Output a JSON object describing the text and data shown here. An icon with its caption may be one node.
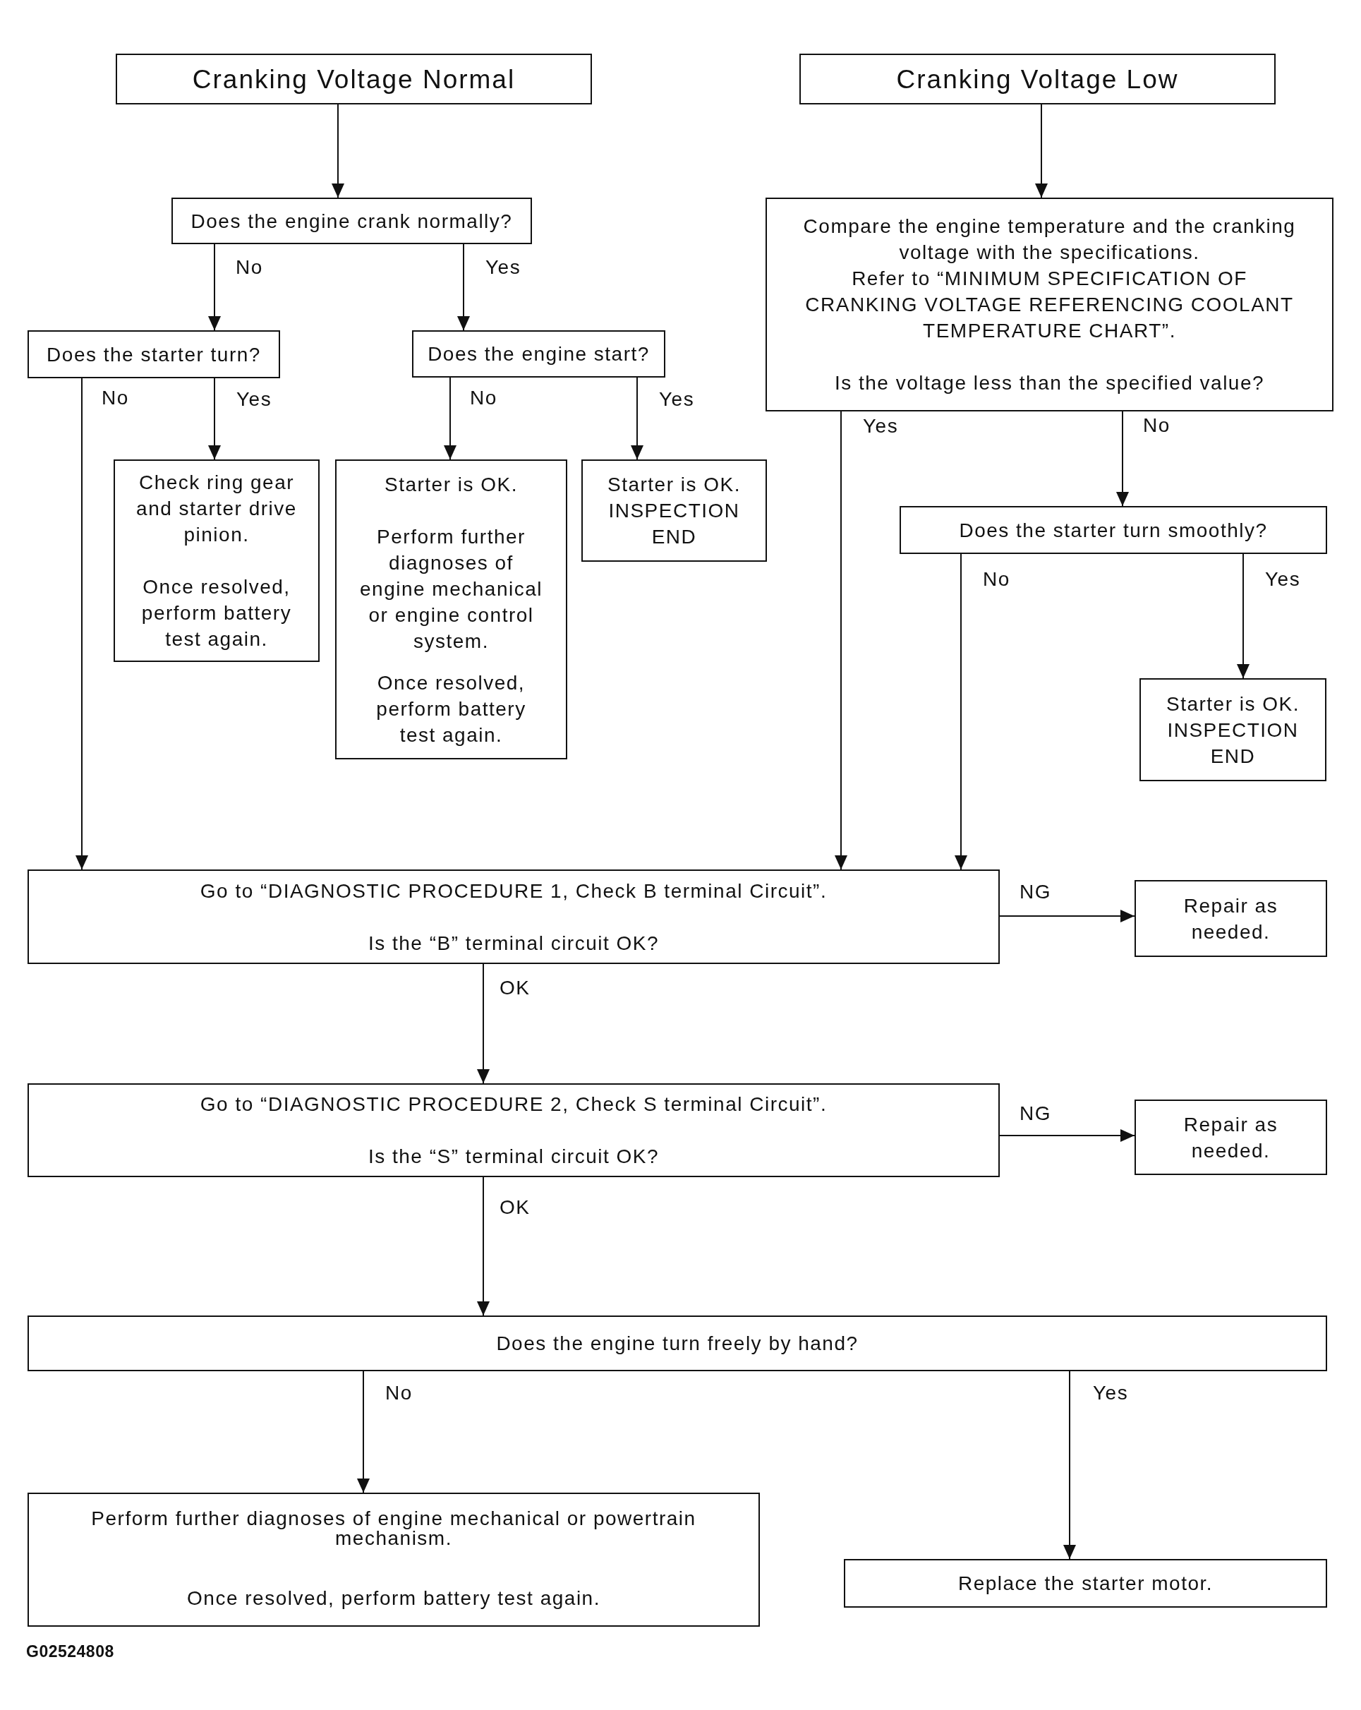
{
  "diagram": {
    "nodes": [
      {
        "text": [
          "Cranking Voltage Normal"
        ]
      },
      {
        "text": [
          "Cranking Voltage Low"
        ]
      },
      {
        "text": [
          "Does the engine crank normally?"
        ]
      },
      {
        "text": [
          "Does the starter turn?"
        ]
      },
      {
        "text": [
          "Does the engine start?"
        ]
      },
      {
        "text": [
          "Check ring gear and starter drive pinion.",
          "Once resolved, perform battery test again."
        ]
      },
      {
        "text": [
          "Starter is OK.",
          "Perform further diagnoses of engine mechanical or engine control system.",
          "Once resolved, perform battery test again."
        ]
      },
      {
        "text": [
          "Starter is OK.",
          "INSPECTION END"
        ]
      },
      {
        "text": [
          "Compare the engine temperature and the cranking voltage with the specifications.",
          "Refer to “MINIMUM SPECIFICATION OF CRANKING VOLTAGE REFERENCING COOLANT TEMPERATURE CHART”.",
          "Is the voltage less than the specified value?"
        ]
      },
      {
        "text": [
          "Does the starter turn smoothly?"
        ]
      },
      {
        "text": [
          "Starter is OK.",
          "INSPECTION END"
        ]
      },
      {
        "text": [
          "Go to “DIAGNOSTIC PROCEDURE 1, Check B terminal Circuit”.",
          "Is the “B” terminal circuit OK?"
        ]
      },
      {
        "text": [
          "Repair as needed."
        ]
      },
      {
        "text": [
          "Go to “DIAGNOSTIC PROCEDURE 2, Check S terminal Circuit”.",
          "Is the “S” terminal circuit OK?"
        ]
      },
      {
        "text": [
          "Repair as needed."
        ]
      },
      {
        "text": [
          "Does the engine turn freely by hand?"
        ]
      },
      {
        "text": [
          "Perform further diagnoses of engine mechanical or powertrain mechanism.",
          "Once resolved, perform battery test again."
        ]
      },
      {
        "text": [
          "Replace the starter motor."
        ]
      }
    ],
    "edges": [
      {
        "from": 0,
        "to": 2,
        "arrow": "to"
      },
      {
        "from": 1,
        "to": 8,
        "arrow": "to"
      },
      {
        "from": 2,
        "to": 3,
        "arrow": "to",
        "label": "No"
      },
      {
        "from": 2,
        "to": 4,
        "arrow": "to",
        "label": "Yes"
      },
      {
        "from": 3,
        "to": 11,
        "arrow": "to",
        "label": "No"
      },
      {
        "from": 3,
        "to": 5,
        "arrow": "to",
        "label": "Yes"
      },
      {
        "from": 4,
        "to": 6,
        "arrow": "to",
        "label": "No"
      },
      {
        "from": 4,
        "to": 7,
        "arrow": "to",
        "label": "Yes"
      },
      {
        "from": 8,
        "to": 11,
        "arrow": "to",
        "label": "Yes"
      },
      {
        "from": 8,
        "to": 9,
        "arrow": "to",
        "label": "No"
      },
      {
        "from": 9,
        "to": 11,
        "arrow": "to",
        "label": "No"
      },
      {
        "from": 9,
        "to": 10,
        "arrow": "to",
        "label": "Yes"
      },
      {
        "from": 11,
        "to": 12,
        "arrow": "to",
        "label": "NG"
      },
      {
        "from": 11,
        "to": 13,
        "arrow": "to",
        "label": "OK"
      },
      {
        "from": 13,
        "to": 14,
        "arrow": "to",
        "label": "NG"
      },
      {
        "from": 13,
        "to": 15,
        "arrow": "to",
        "label": "OK"
      },
      {
        "from": 15,
        "to": 16,
        "arrow": "to",
        "label": "No"
      },
      {
        "from": 15,
        "to": 17,
        "arrow": "to",
        "label": "Yes"
      }
    ],
    "labels": [
      "G02524808"
    ]
  }
}
